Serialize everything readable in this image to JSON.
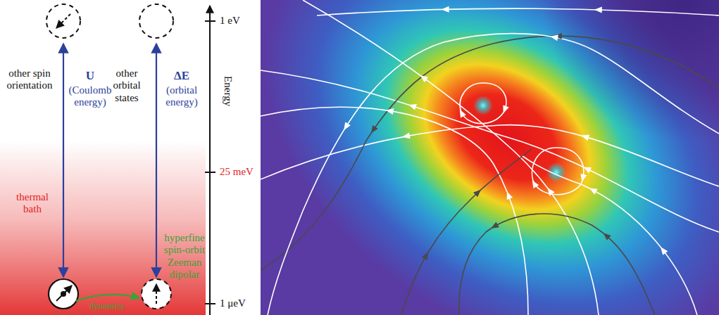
{
  "diagram": {
    "labels": [
      "other spin orientation",
      "U",
      "(Coulomb energy)",
      "other orbital states",
      "ΔE",
      "(orbital energy)",
      "Energy",
      "1 eV",
      "25 meV",
      "thermal bath",
      "hyperfine spin-orbit Zeeman dipolar",
      "dynamics",
      "1 μeV"
    ]
  }
}
